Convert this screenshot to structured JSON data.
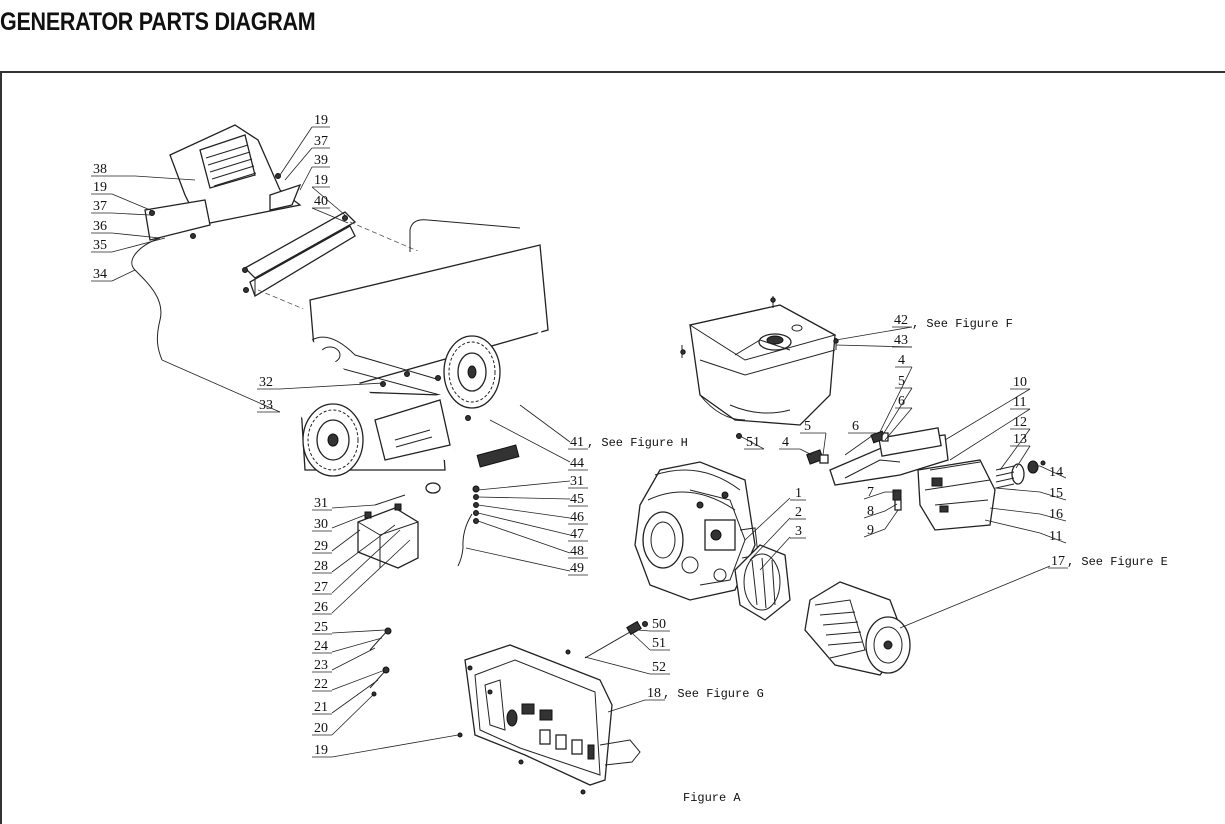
{
  "title": "GENERATOR PARTS DIAGRAM",
  "caption": "Figure A",
  "callouts": [
    {
      "n": "19"
    },
    {
      "n": "37"
    },
    {
      "n": "39"
    },
    {
      "n": "19"
    },
    {
      "n": "40"
    },
    {
      "n": "38"
    },
    {
      "n": "19"
    },
    {
      "n": "37"
    },
    {
      "n": "36"
    },
    {
      "n": "35"
    },
    {
      "n": "34"
    },
    {
      "n": "32"
    },
    {
      "n": "33"
    },
    {
      "n": "42",
      "note": ", See Figure F"
    },
    {
      "n": "43"
    },
    {
      "n": "4"
    },
    {
      "n": "5"
    },
    {
      "n": "6"
    },
    {
      "n": "5"
    },
    {
      "n": "6"
    },
    {
      "n": "4"
    },
    {
      "n": "51"
    },
    {
      "n": "10"
    },
    {
      "n": "11"
    },
    {
      "n": "12"
    },
    {
      "n": "13"
    },
    {
      "n": "14"
    },
    {
      "n": "15"
    },
    {
      "n": "16"
    },
    {
      "n": "11"
    },
    {
      "n": "7"
    },
    {
      "n": "8"
    },
    {
      "n": "9"
    },
    {
      "n": "41",
      "note": ", See Figure H"
    },
    {
      "n": "44"
    },
    {
      "n": "31"
    },
    {
      "n": "45"
    },
    {
      "n": "46"
    },
    {
      "n": "47"
    },
    {
      "n": "48"
    },
    {
      "n": "49"
    },
    {
      "n": "1"
    },
    {
      "n": "2"
    },
    {
      "n": "3"
    },
    {
      "n": "17",
      "note": ", See Figure E"
    },
    {
      "n": "31"
    },
    {
      "n": "30"
    },
    {
      "n": "29"
    },
    {
      "n": "28"
    },
    {
      "n": "27"
    },
    {
      "n": "26"
    },
    {
      "n": "25"
    },
    {
      "n": "24"
    },
    {
      "n": "23"
    },
    {
      "n": "22"
    },
    {
      "n": "21"
    },
    {
      "n": "20"
    },
    {
      "n": "19"
    },
    {
      "n": "50"
    },
    {
      "n": "51"
    },
    {
      "n": "52"
    },
    {
      "n": "18",
      "note": ", See Figure G"
    }
  ]
}
